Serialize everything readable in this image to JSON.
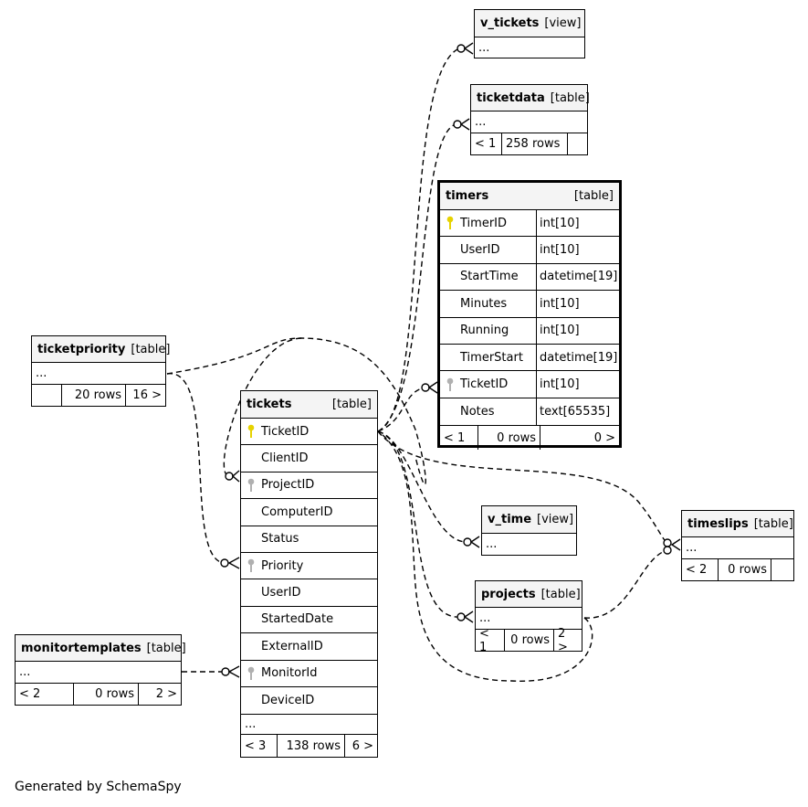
{
  "footer": "Generated by SchemaSpy",
  "tables": {
    "v_tickets": {
      "name": "v_tickets",
      "kind": "[view]",
      "ellipsis": "..."
    },
    "ticketdata": {
      "name": "ticketdata",
      "kind": "[table]",
      "ellipsis": "...",
      "parents": "< 1",
      "rows": "258 rows",
      "children": ""
    },
    "timers": {
      "name": "timers",
      "kind": "[table]",
      "columns": [
        {
          "name": "TimerID",
          "type": "int[10]",
          "key": "primary"
        },
        {
          "name": "UserID",
          "type": "int[10]",
          "key": ""
        },
        {
          "name": "StartTime",
          "type": "datetime[19]",
          "key": ""
        },
        {
          "name": "Minutes",
          "type": "int[10]",
          "key": ""
        },
        {
          "name": "Running",
          "type": "int[10]",
          "key": ""
        },
        {
          "name": "TimerStart",
          "type": "datetime[19]",
          "key": ""
        },
        {
          "name": "TicketID",
          "type": "int[10]",
          "key": "foreign"
        },
        {
          "name": "Notes",
          "type": "text[65535]",
          "key": ""
        }
      ],
      "parents": "< 1",
      "rows": "0 rows",
      "children": "0 >"
    },
    "ticketpriority": {
      "name": "ticketpriority",
      "kind": "[table]",
      "ellipsis": "...",
      "parents": "",
      "rows": "20 rows",
      "children": "16 >"
    },
    "tickets": {
      "name": "tickets",
      "kind": "[table]",
      "columns": [
        {
          "name": "TicketID",
          "key": "primary"
        },
        {
          "name": "ClientID",
          "key": ""
        },
        {
          "name": "ProjectID",
          "key": "foreign"
        },
        {
          "name": "ComputerID",
          "key": ""
        },
        {
          "name": "Status",
          "key": ""
        },
        {
          "name": "Priority",
          "key": "foreign"
        },
        {
          "name": "UserID",
          "key": ""
        },
        {
          "name": "StartedDate",
          "key": ""
        },
        {
          "name": "ExternalID",
          "key": ""
        },
        {
          "name": "MonitorId",
          "key": "foreign"
        },
        {
          "name": "DeviceID",
          "key": ""
        }
      ],
      "ellipsis": "...",
      "parents": "< 3",
      "rows": "138 rows",
      "children": "6 >"
    },
    "v_time": {
      "name": "v_time",
      "kind": "[view]",
      "ellipsis": "..."
    },
    "timeslips": {
      "name": "timeslips",
      "kind": "[table]",
      "ellipsis": "...",
      "parents": "< 2",
      "rows": "0 rows",
      "children": ""
    },
    "projects": {
      "name": "projects",
      "kind": "[table]",
      "ellipsis": "...",
      "parents": "< 1",
      "rows": "0 rows",
      "children": "2 >"
    },
    "monitortemplates": {
      "name": "monitortemplates",
      "kind": "[table]",
      "ellipsis": "...",
      "parents": "< 2",
      "rows": "0 rows",
      "children": "2 >"
    }
  },
  "colors": {
    "primary_key": "#e6d200",
    "foreign_key": "#b0b0b0",
    "header_bg": "#f4f4f4"
  }
}
